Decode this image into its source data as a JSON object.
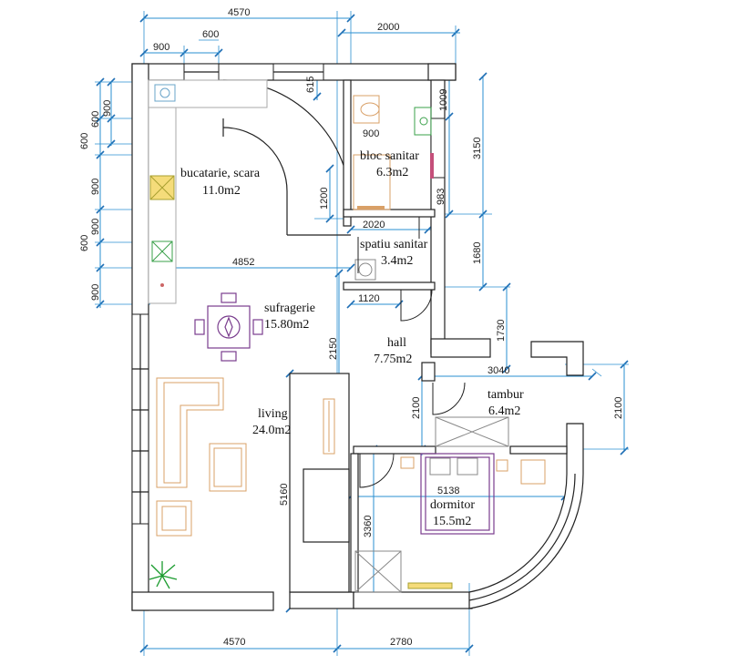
{
  "rooms": {
    "kitchen": {
      "name": "bucatarie, scara",
      "area": "11.0m2"
    },
    "bathroom": {
      "name": "bloc sanitar",
      "area": "6.3m2"
    },
    "utility": {
      "name": "spatiu sanitar",
      "area": "3.4m2"
    },
    "dining": {
      "name": "sufragerie",
      "area": "15.80m2"
    },
    "hall": {
      "name": "hall",
      "area": "7.75m2"
    },
    "vestibule": {
      "name": "tambur",
      "area": "6.4m2"
    },
    "living": {
      "name": "living",
      "area": "24.0m2"
    },
    "bedroom": {
      "name": "dormitor",
      "area": "15.5m2"
    }
  },
  "dimensions": {
    "top_total": "4570",
    "top_window_a": "900",
    "top_window_b": "600",
    "top_right": "2000",
    "kitchen_wall": "615",
    "left_900_a": "900",
    "left_600_a": "600",
    "left_600_b": "600",
    "left_900_b": "900",
    "left_900_c": "900",
    "left_600_c": "600",
    "left_900_d": "900",
    "bath_door": "900",
    "bath_side": "1009",
    "bath_height": "3150",
    "bath_inner": "983",
    "stair_1200": "1200",
    "utility_width": "2020",
    "utility_height": "1680",
    "dining_width": "4852",
    "hall_1120": "1120",
    "hall_1730": "1730",
    "hall_height": "2150",
    "vestibule_width": "3040",
    "vestibule_height_left": "2100",
    "vestibule_height_right": "2100",
    "living_height": "5160",
    "bedroom_width": "5138",
    "bedroom_height": "3360",
    "bottom_left": "4570",
    "bottom_right": "2780"
  },
  "colors": {
    "dimension": "#2a8fd0",
    "wall": "#222222",
    "furniture": "#d9a067",
    "dining_set": "#7a3d8e",
    "plant": "#1a9b2e"
  }
}
